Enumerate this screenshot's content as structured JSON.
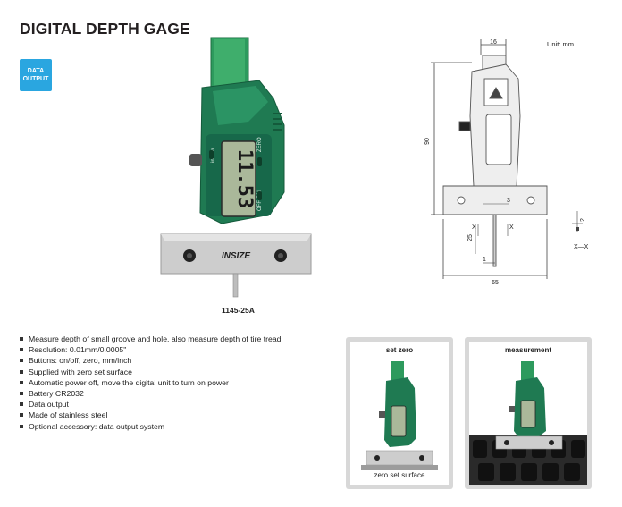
{
  "title": "DIGITAL DEPTH GAGE",
  "badge": {
    "line1": "DATA",
    "line2": "OUTPUT"
  },
  "unit_note": "Unit: mm",
  "model": "1145-25A",
  "device": {
    "display_value": "11.53",
    "brand": "INSIZE",
    "buttons": {
      "in_mm": "in  mm",
      "zero": "ZERO",
      "off_on": "OFF  ON"
    }
  },
  "drawing": {
    "dim_top": "16",
    "dim_height": "90",
    "dim_center": "3",
    "dim_tip": "25",
    "dim_small": "1",
    "dim_width": "65",
    "section_mark_left": "X",
    "section_mark_right": "X",
    "section_label": "X—X",
    "section_dim": "2"
  },
  "features": [
    "Measure depth of small groove and hole, also measure depth of tire tread",
    "Resolution: 0.01mm/0.0005\"",
    "Buttons: on/off, zero, mm/inch",
    "Supplied with zero set surface",
    "Automatic power off, move the digital unit to turn on power",
    "Battery CR2032",
    "Data output",
    "Made of stainless steel",
    "Optional accessory: data output system"
  ],
  "panels": {
    "set_zero": {
      "label": "set zero",
      "surface_label": "zero set surface"
    },
    "measurement": {
      "label": "measurement"
    }
  },
  "colors": {
    "device_green": "#1f8a5b",
    "badge_blue": "#2aa6e0",
    "steel": "#c9c9c9"
  }
}
